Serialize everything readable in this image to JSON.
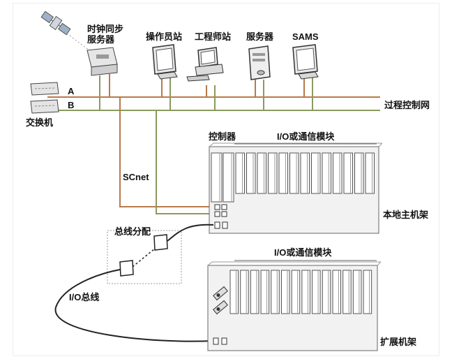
{
  "labels": {
    "clock_server": [
      "时钟同步",
      "服务器"
    ],
    "operator_station": "操作员站",
    "engineer_station": "工程师站",
    "server": "服务器",
    "sams": "SAMS",
    "net_a": "A",
    "net_b": "B",
    "switch": "交换机",
    "process_network": "过程控制网",
    "controller": "控制器",
    "io_modules_local": "I/O或通信模块",
    "scnet": "SCnet",
    "local_rack": "本地主机架",
    "bus_distribution": "总线分配",
    "io_modules_expansion": "I/O或通信模块",
    "io_bus": "I/O总线",
    "expansion_rack": "扩展机架"
  },
  "icons": [
    "satellite-icon",
    "clock-server-icon",
    "monitor-icon",
    "workstation-icon",
    "server-tower-icon",
    "network-switch-icon"
  ],
  "colors": {
    "line_a": "#b87a4a",
    "line_b": "#8a9a5e",
    "bus": "#222222",
    "rack_fill": "#f2f2f2",
    "rack_stroke": "#666666"
  }
}
